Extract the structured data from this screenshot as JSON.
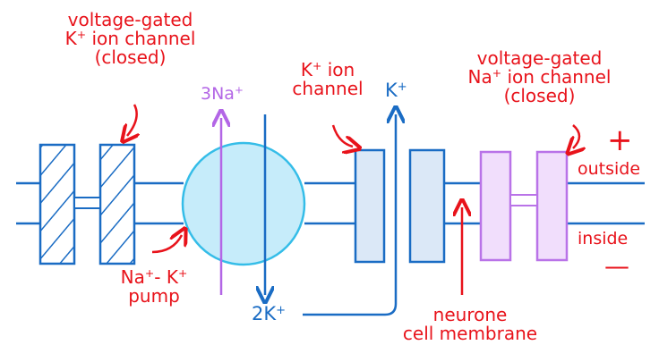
{
  "labels": {
    "k_gated": {
      "line1": "voltage-gated",
      "ion": "K",
      "charge": "+",
      "line2_rest": " ion channel",
      "line3": "(closed)"
    },
    "k_channel": {
      "ion": "K",
      "charge": "+",
      "line1_rest": " ion",
      "line2": "channel"
    },
    "na_gated": {
      "line1": "voltage-gated",
      "ion": "Na",
      "charge": "+",
      "line2_rest": " ion channel",
      "line3": "(closed)"
    },
    "three_na": {
      "text": "3Na",
      "charge": "+"
    },
    "k_plus": {
      "ion": "K",
      "charge": "+"
    },
    "two_k": {
      "text": "2K",
      "charge": "+"
    },
    "pump": {
      "na": "Na",
      "na_charge": "+",
      "dash": "- K",
      "k_charge": "+",
      "line2": "pump"
    },
    "membrane": {
      "line1": "neurone",
      "line2": "cell membrane"
    },
    "outside": {
      "sign": "+",
      "text": "outside"
    },
    "inside": {
      "text": "inside",
      "sign": "—"
    }
  },
  "colors": {
    "annotation": "#e8131b",
    "membrane": "#1a6cc4",
    "pump_fill": "#c6ecfa",
    "pump_stroke": "#35bde8",
    "na_channel_fill": "#f1defc",
    "na_channel_stroke": "#b973e8",
    "k_channel_fill": "#dbe8f7",
    "sodium_arrow": "#b366e6",
    "potassium_arrow": "#1a6cc4"
  }
}
